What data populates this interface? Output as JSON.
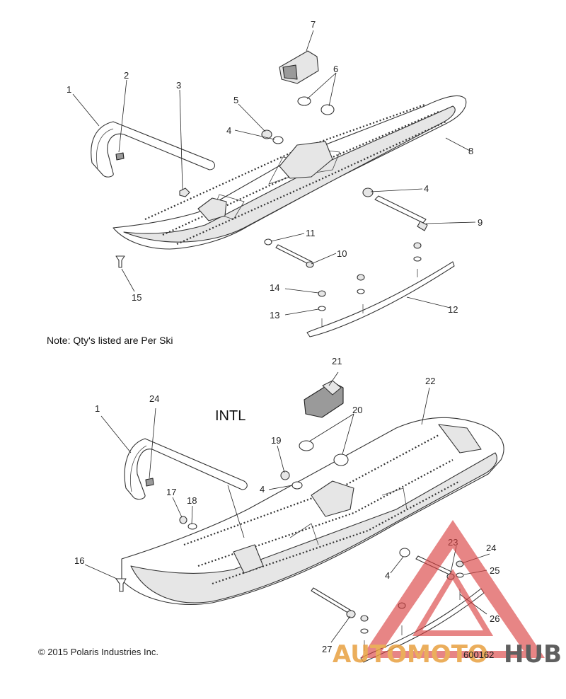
{
  "note": "Note: Qty's listed are Per Ski",
  "intl_label": "INTL",
  "copyright": "© 2015 Polaris Industries Inc.",
  "figure_number": "600162",
  "watermark": {
    "left": "AUTOMOTO",
    "right": "HUB",
    "color_main": "#e8a040",
    "color_triangle": "#d94040",
    "color_hub": "#444444"
  },
  "callouts": {
    "top": [
      "1",
      "2",
      "3",
      "4",
      "4",
      "5",
      "6",
      "7",
      "8",
      "9",
      "10",
      "11",
      "12",
      "13",
      "14",
      "15"
    ],
    "bottom": [
      "1",
      "4",
      "4",
      "16",
      "17",
      "18",
      "19",
      "20",
      "21",
      "22",
      "23",
      "24",
      "24",
      "25",
      "26",
      "27"
    ]
  }
}
